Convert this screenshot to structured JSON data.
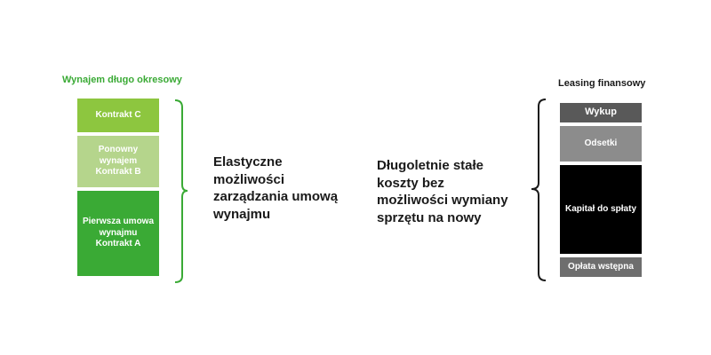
{
  "left_group": {
    "title": "Wynajem długo okresowy",
    "blocks": [
      {
        "label": "Kontrakt C"
      },
      {
        "label": "Ponowny wynajem Kontrakt B"
      },
      {
        "label": "Pierwsza umowa wynajmu Kontrakt A"
      }
    ],
    "description": "Elastyczne możliwości zarządzania umową wynajmu"
  },
  "right_group": {
    "title": "Leasing finansowy",
    "blocks": [
      {
        "label": "Wykup"
      },
      {
        "label": "Odsetki"
      },
      {
        "label": "Kapitał do spłaty"
      },
      {
        "label": "Opłata wstępna"
      }
    ],
    "description": "Długoletnie stałe koszty bez możliwości wymiany sprzętu na nowy"
  },
  "colors": {
    "green_accent": "#3aaa35",
    "light_green": "#8dc63f",
    "pale_green": "#b5d58c",
    "dark_gray": "#595959",
    "mid_gray": "#8c8c8c",
    "black": "#000000"
  }
}
